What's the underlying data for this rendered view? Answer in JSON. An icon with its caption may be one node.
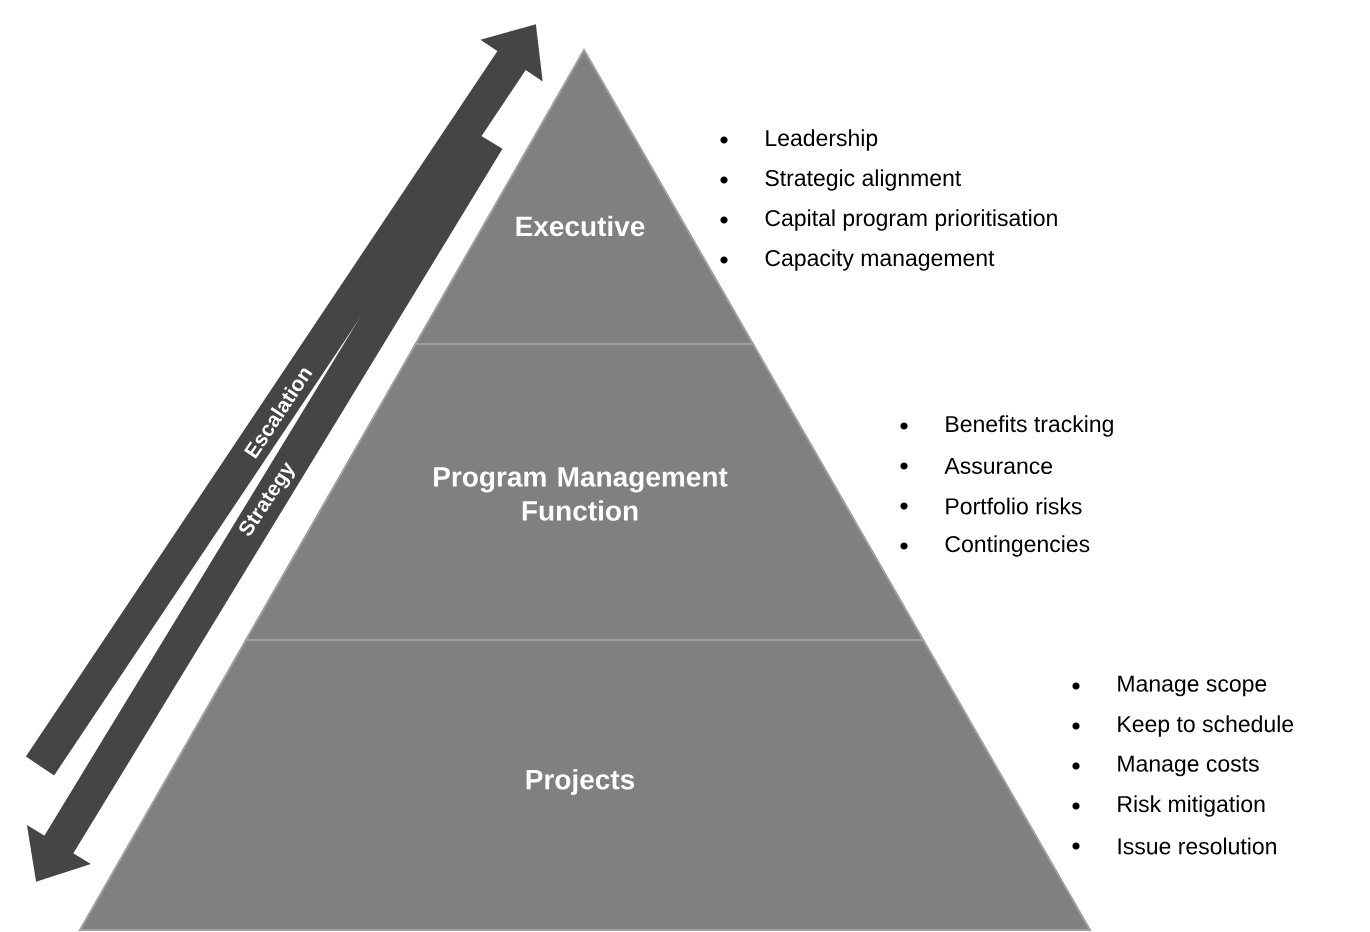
{
  "diagram": {
    "nodes": [
      {
        "text": [
          "Executive"
        ],
        "beside": [
          "Leadership",
          "Strategic alignment",
          "Capital program prioritisation",
          "Capacity management"
        ]
      },
      {
        "text": [
          "Program Management Function"
        ],
        "beside": [
          "Benefits tracking",
          "Assurance",
          "Portfolio risks",
          "Contingencies"
        ]
      },
      {
        "text": [
          "Projects"
        ],
        "beside": [
          "Manage scope",
          "Keep to schedule",
          "Manage costs",
          "Risk mitigation",
          "Issue resolution"
        ]
      }
    ],
    "labels": [
      "Escalation",
      "Strategy"
    ]
  }
}
